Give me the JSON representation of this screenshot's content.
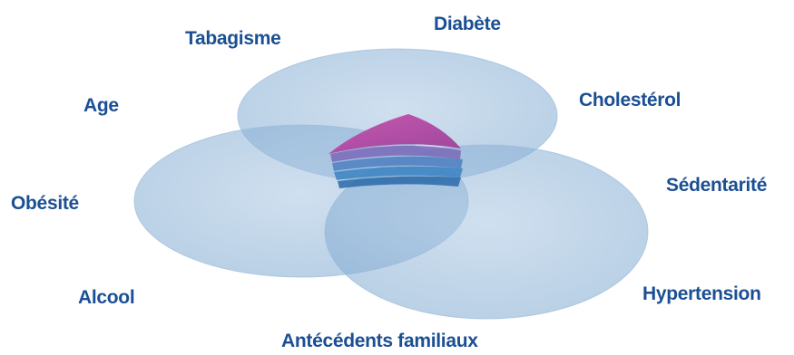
{
  "diagram": {
    "label_color": "#1b4f93",
    "ellipse_fill": "#6d9cc8",
    "ellipse_stroke": "#8fb3d6",
    "center_highlight_color": "#b0479b",
    "factors": {
      "tabagisme": "Tabagisme",
      "diabete": "Diabète",
      "age": "Age",
      "cholesterol": "Cholestérol",
      "obesite": "Obésité",
      "sedentarite": "Sédentarité",
      "alcool": "Alcool",
      "hypertension": "Hypertension",
      "antecedents": "Antécédents familiaux"
    }
  }
}
